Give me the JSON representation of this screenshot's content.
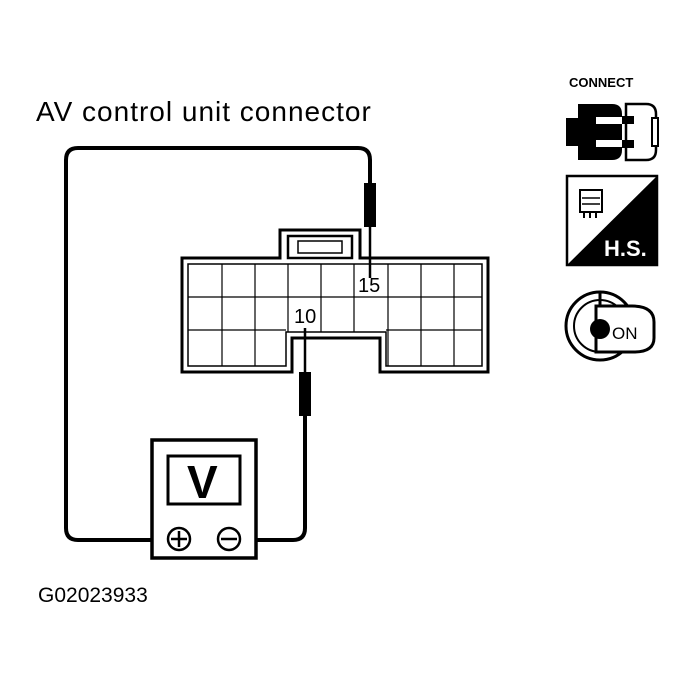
{
  "title": "AV control unit connector",
  "figure_id": "G02023933",
  "pins": {
    "probe_positive": "15",
    "probe_negative": "10"
  },
  "meter": {
    "unit": "V",
    "terminal_plus": "+",
    "terminal_minus": "−"
  },
  "icons": {
    "connect_label": "CONNECT",
    "harness_side_label": "H.S.",
    "ignition_label": "ON"
  }
}
